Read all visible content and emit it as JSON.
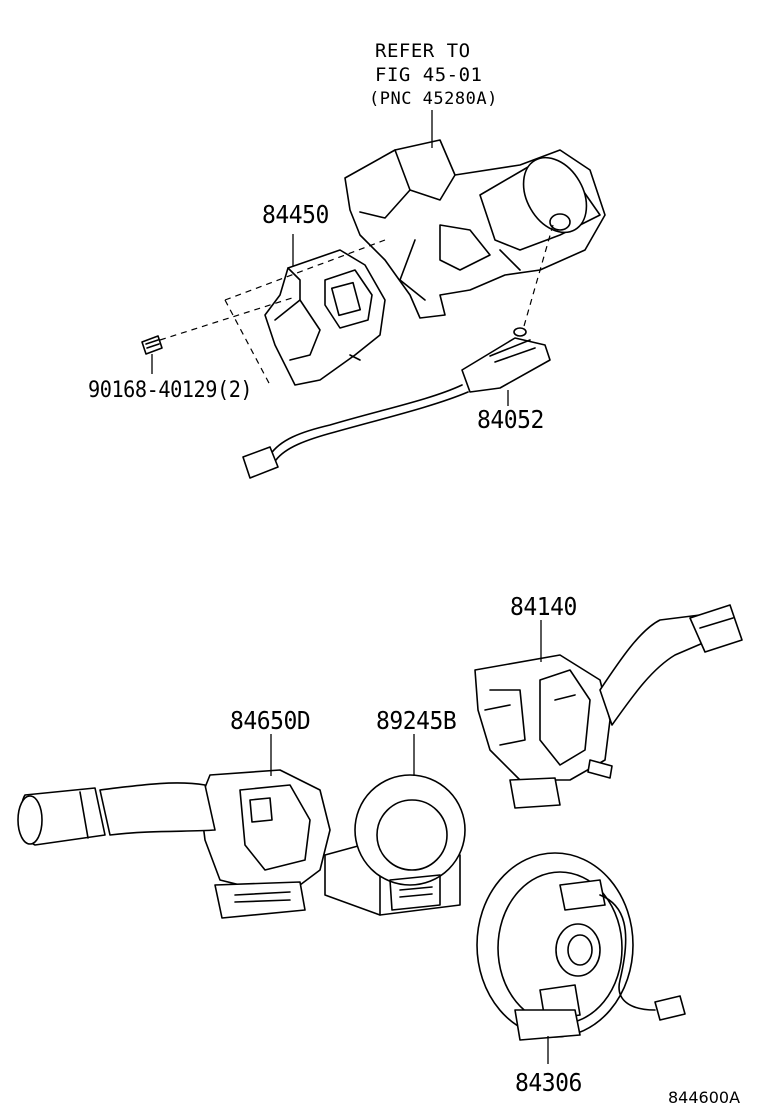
{
  "reference": {
    "line1": "REFER TO",
    "line2": "FIG 45-01",
    "line3": "(PNC 45280A)"
  },
  "parts": {
    "p84450": "84450",
    "p90168": "90168-40129(2)",
    "p84052": "84052",
    "p84140": "84140",
    "p84650d": "84650D",
    "p89245b": "89245B",
    "p84306": "84306"
  },
  "figure_id": "844600A"
}
